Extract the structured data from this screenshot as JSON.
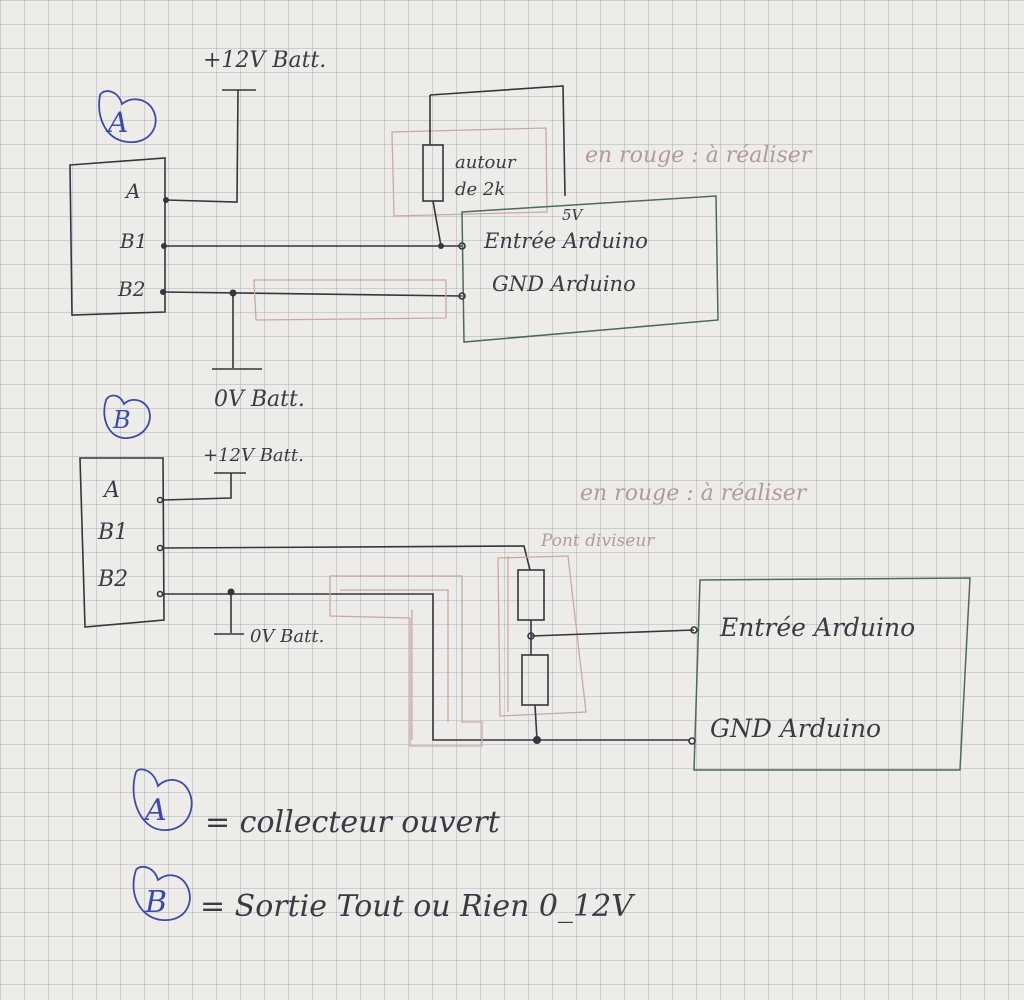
{
  "sections": {
    "a": {
      "marker": "A",
      "supply": "+12V Batt.",
      "ground": "0V Batt.",
      "pins": [
        "A",
        "B1",
        "B2"
      ],
      "resistor": [
        "autour",
        "de 2k"
      ],
      "vcc": "5V",
      "arduino_in": "Entrée Arduino",
      "arduino_gnd": "GND Arduino",
      "note": "en rouge : à réaliser"
    },
    "b": {
      "marker": "B",
      "supply": "+12V Batt.",
      "ground": "0V Batt.",
      "pins": [
        "A",
        "B1",
        "B2"
      ],
      "divider": "Pont diviseur",
      "arduino_in": "Entrée Arduino",
      "arduino_gnd": "GND Arduino",
      "note": "en rouge : à réaliser"
    }
  },
  "legend": [
    {
      "marker": "A",
      "text": "= collecteur ouvert"
    },
    {
      "marker": "B",
      "text": "= Sortie Tout ou Rien 0_12V"
    }
  ],
  "colors": {
    "ink": "#35353d",
    "red_pencil": "#c9a9a7",
    "green_box": "#4d6a56",
    "blue_marker": "#3d4aa8"
  }
}
